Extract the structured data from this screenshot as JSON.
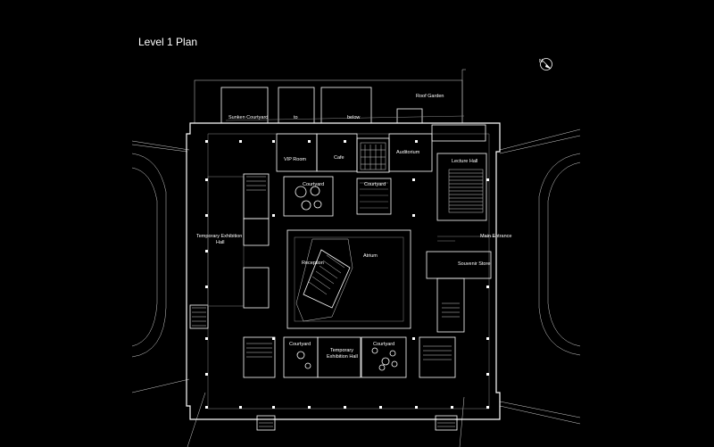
{
  "title": "Level 1 Plan",
  "north": "N",
  "labels": {
    "sunken_courtyard": "Sunken Courtyard",
    "to": "to",
    "below": "below",
    "roof_garden": "Roof Garden",
    "vip_room": "VIP Room",
    "cafe": "Cafe",
    "auditorium": "Auditorium",
    "lecture_hall": "Lecture Hall",
    "courtyard_top_left": "Courtyard",
    "courtyard_top_center": "Courtyard",
    "temp_exhibition_left_1": "Temporary Exhibition",
    "temp_exhibition_left_2": "Hall",
    "reception": "Reception",
    "atrium": "Atrium",
    "main_entrance": "Main Entrance",
    "souvenir_store": "Souvenir Store",
    "courtyard_bottom_left": "Courtyard",
    "temp_exhibition_bottom_1": "Temporary",
    "temp_exhibition_bottom_2": "Exhibition Hall",
    "courtyard_bottom_right": "Courtyard"
  }
}
